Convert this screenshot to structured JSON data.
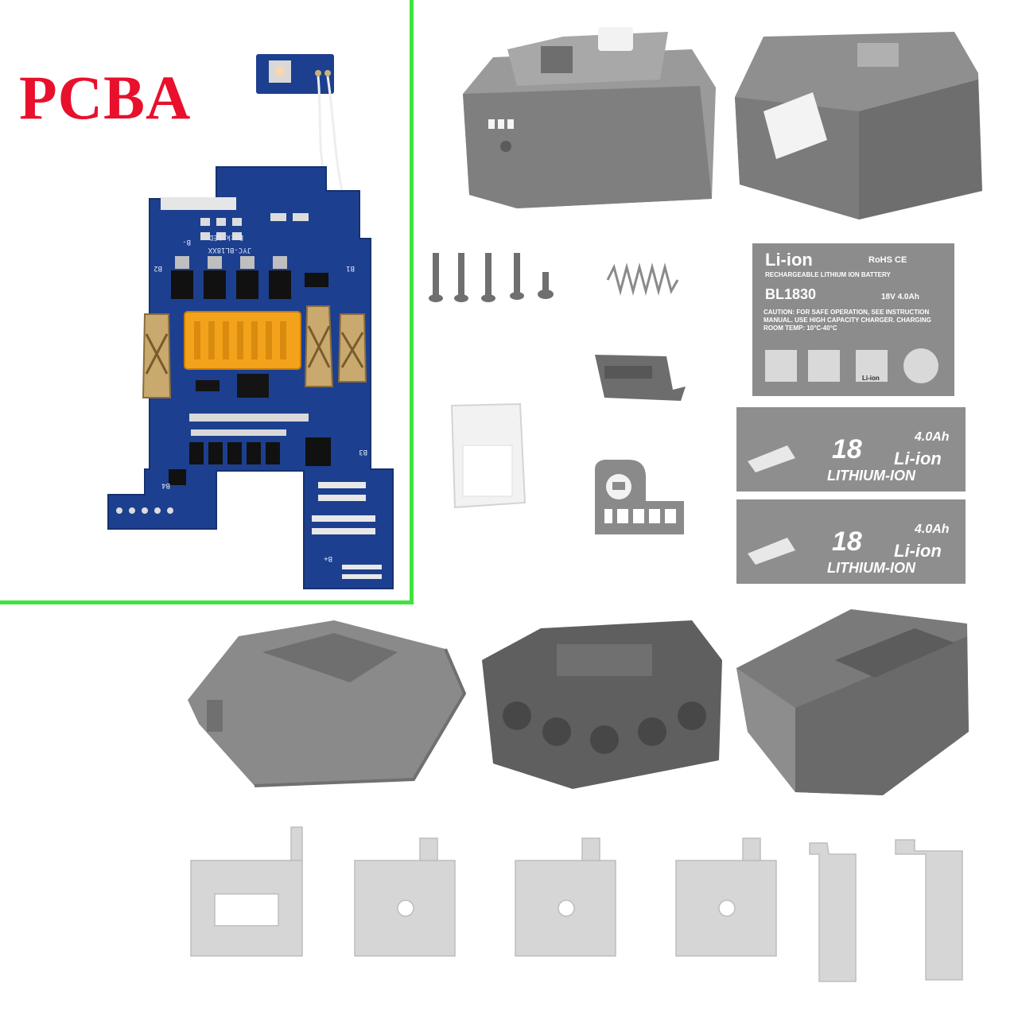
{
  "pcba": {
    "title": "PCBA"
  },
  "pcb_silk": {
    "model": "JYC-BL18XX",
    "led": "Back LED",
    "b_minus": "B-",
    "b1": "B1",
    "b2": "B2",
    "b3": "B3",
    "b4": "B4",
    "b_plus": "B+"
  },
  "rating_label": {
    "chem": "Li-ion",
    "certs": "RoHS CE",
    "subtitle": "RECHARGEABLE LITHIUM ION BATTERY",
    "model": "BL1830",
    "rating": "18V 4.0Ah",
    "caution": "CAUTION: FOR SAFE OPERATION, SEE INSTRUCTION MANUAL. USE HIGH CAPACITY CHARGER. CHARGING ROOM TEMP: 10°C-40°C",
    "li_ion_small": "Li-ion"
  },
  "side_stickers": [
    {
      "voltage": "18",
      "capacity": "4.0Ah",
      "chem": "Li-ion",
      "chem_full": "LITHIUM-ION"
    },
    {
      "voltage": "18",
      "capacity": "4.0Ah",
      "chem": "Li-ion",
      "chem_full": "LITHIUM-ION"
    }
  ],
  "colors": {
    "pcb_blue": "#1d3f8f",
    "connector_orange": "#f3a31b",
    "frame_green": "#3ee33e",
    "title_red": "#e8102c",
    "part_gray": "#8f8f8f"
  }
}
